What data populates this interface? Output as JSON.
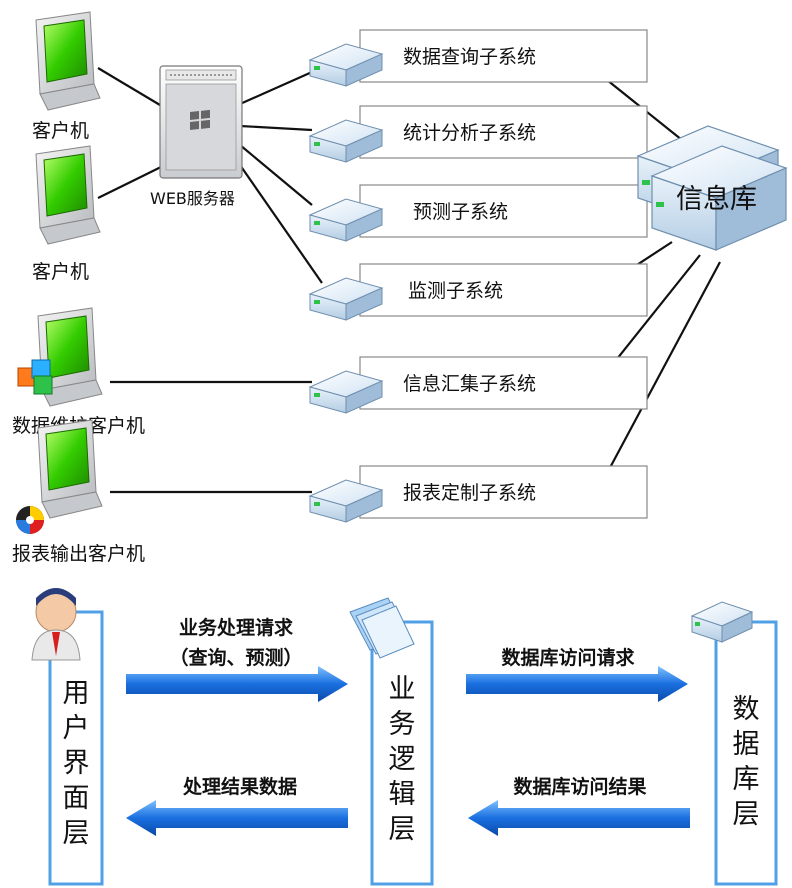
{
  "top": {
    "clients": [
      {
        "label": "客户机"
      },
      {
        "label": "客户机"
      },
      {
        "label": "数据维护客户机"
      },
      {
        "label": "报表输出客户机"
      }
    ],
    "web_server": {
      "label": "WEB服务器"
    },
    "subsystems": [
      {
        "label": "数据查询子系统"
      },
      {
        "label": "统计分析子系统"
      },
      {
        "label": "预测子系统"
      },
      {
        "label": "监测子系统"
      },
      {
        "label": "信息汇集子系统"
      },
      {
        "label": "报表定制子系统"
      }
    ],
    "database": {
      "label": "信息库"
    }
  },
  "bottom": {
    "layers": [
      {
        "chars": [
          "用",
          "户",
          "界",
          "面",
          "层"
        ]
      },
      {
        "chars": [
          "业",
          "务",
          "逻",
          "辑",
          "层"
        ]
      },
      {
        "chars": [
          "数",
          "据",
          "库",
          "层"
        ]
      }
    ],
    "arrows": {
      "request_1_line1": "业务处理请求",
      "request_1_line2": "（查询、预测）",
      "request_2": "数据库访问请求",
      "result_1": "处理结果数据",
      "result_2": "数据库访问结果"
    }
  },
  "colors": {
    "screen_green": "#33cc00",
    "arrow_blue": "#1a6fe0",
    "panel_blue": "#4fa0e6",
    "line": "#111111"
  }
}
